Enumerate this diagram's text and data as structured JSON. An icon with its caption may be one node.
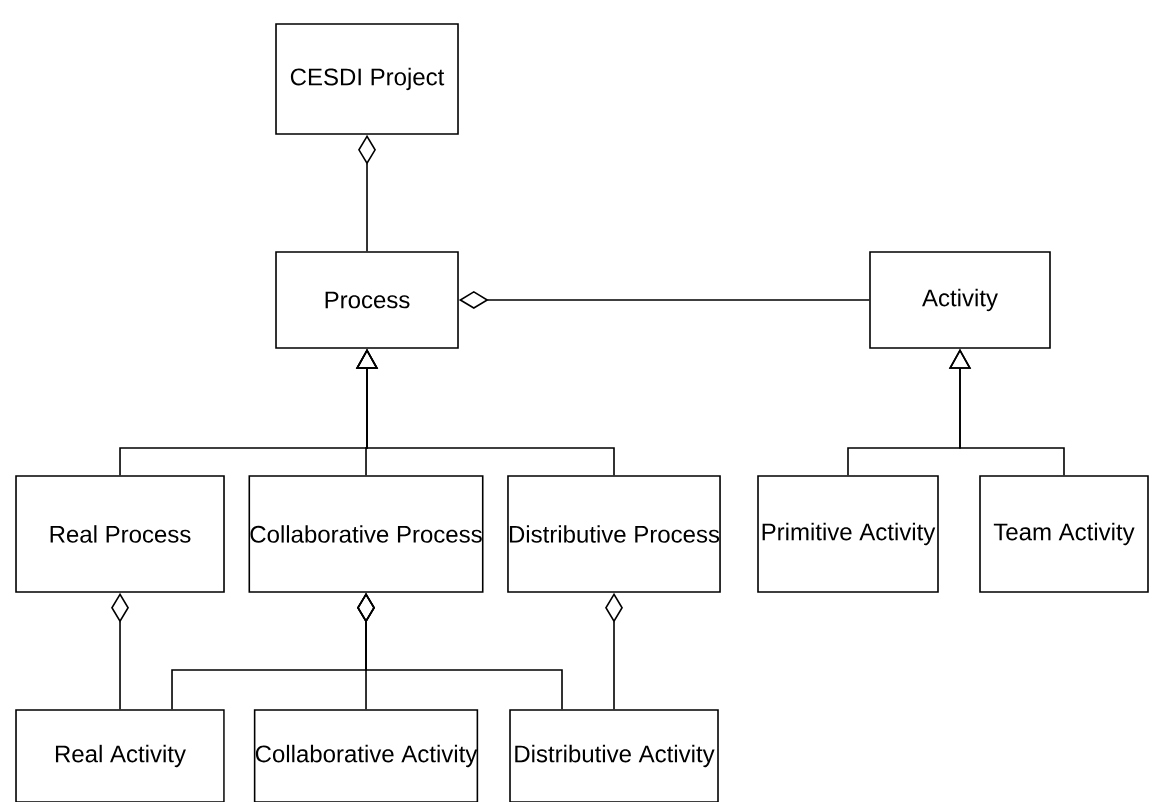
{
  "diagram": {
    "nodes": [
      {
        "text": [
          "CESDI Project"
        ]
      },
      {
        "text": [
          "Process"
        ]
      },
      {
        "text": [
          "Activity"
        ]
      },
      {
        "text": [
          "Real Process"
        ]
      },
      {
        "text": [
          "Collaborative Process"
        ]
      },
      {
        "text": [
          "Distributive Process"
        ]
      },
      {
        "text": [
          "Primitive Activity"
        ]
      },
      {
        "text": [
          "Team Activity"
        ]
      },
      {
        "text": [
          "Real Activity"
        ]
      },
      {
        "text": [
          "Collaborative Activity"
        ]
      },
      {
        "text": [
          "Distributive Activity"
        ]
      }
    ],
    "edges": [
      {
        "from": 0,
        "to": 1,
        "arrow": "other"
      },
      {
        "from": 1,
        "to": 2,
        "arrow": "other"
      },
      {
        "from": 3,
        "to": 1,
        "arrow": "to"
      },
      {
        "from": 4,
        "to": 1,
        "arrow": "to"
      },
      {
        "from": 5,
        "to": 1,
        "arrow": "to"
      },
      {
        "from": 6,
        "to": 2,
        "arrow": "to"
      },
      {
        "from": 7,
        "to": 2,
        "arrow": "to"
      },
      {
        "from": 3,
        "to": 8,
        "arrow": "other"
      },
      {
        "from": 4,
        "to": 8,
        "arrow": "other"
      },
      {
        "from": 4,
        "to": 9,
        "arrow": "other"
      },
      {
        "from": 4,
        "to": 10,
        "arrow": "other"
      },
      {
        "from": 5,
        "to": 10,
        "arrow": "other"
      }
    ]
  }
}
